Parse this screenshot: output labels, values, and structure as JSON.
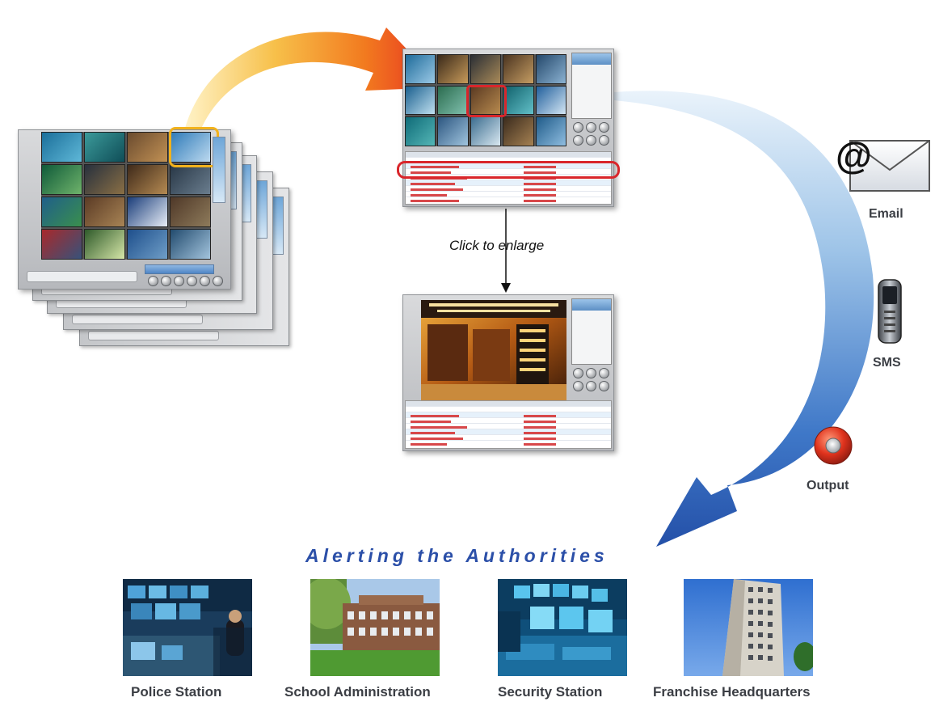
{
  "click_to_enlarge": "Click to enlarge",
  "channels": {
    "email": "Email",
    "sms": "SMS",
    "output": "Output"
  },
  "headline": "Alerting the Authorities",
  "authorities": [
    "Police Station",
    "School Administration",
    "Security Station",
    "Franchise Headquarters"
  ],
  "colors": {
    "headline": "#2b4fa8",
    "arrow_warm": "#e8362b",
    "arrow_cool": "#2e5fb8",
    "highlight_red": "#d9262b",
    "highlight_yellow": "#f2b21c"
  }
}
